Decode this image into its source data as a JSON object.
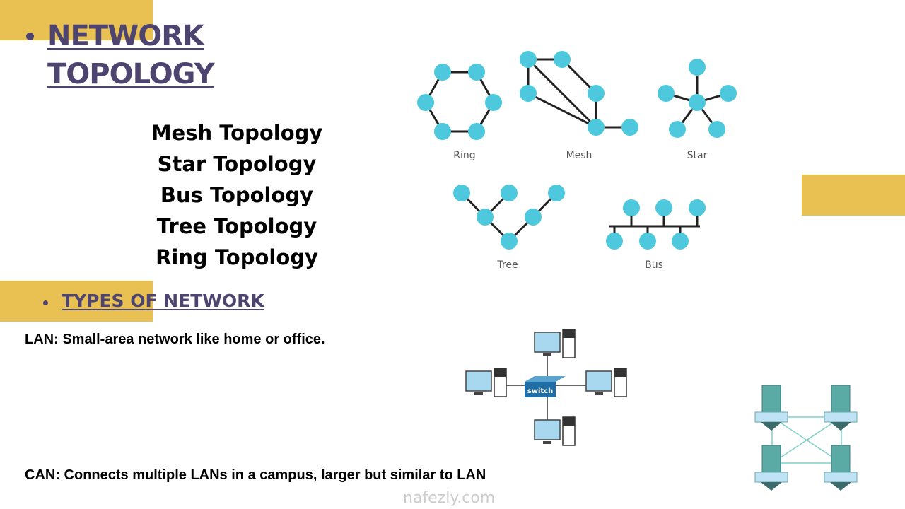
{
  "title": {
    "line1": "NETWORK",
    "line2": "TOPOLOGY"
  },
  "topologies": [
    "Mesh Topology",
    "Star Topology",
    "Bus Topology",
    "Tree Topology",
    "Ring Topology"
  ],
  "diagram_labels": {
    "ring": "Ring",
    "mesh": "Mesh",
    "star": "Star",
    "tree": "Tree",
    "bus": "Bus"
  },
  "types_heading": "TYPES OF NETWORK",
  "lan": "LAN: Small-area network like home or office.",
  "can": "CAN: Connects multiple LANs in a campus, larger but similar to LAN",
  "switch_label": "switch",
  "watermark": "nafezly.com",
  "colors": {
    "accent": "#e9c152",
    "heading": "#4e4470",
    "node": "#4ec8dc"
  }
}
